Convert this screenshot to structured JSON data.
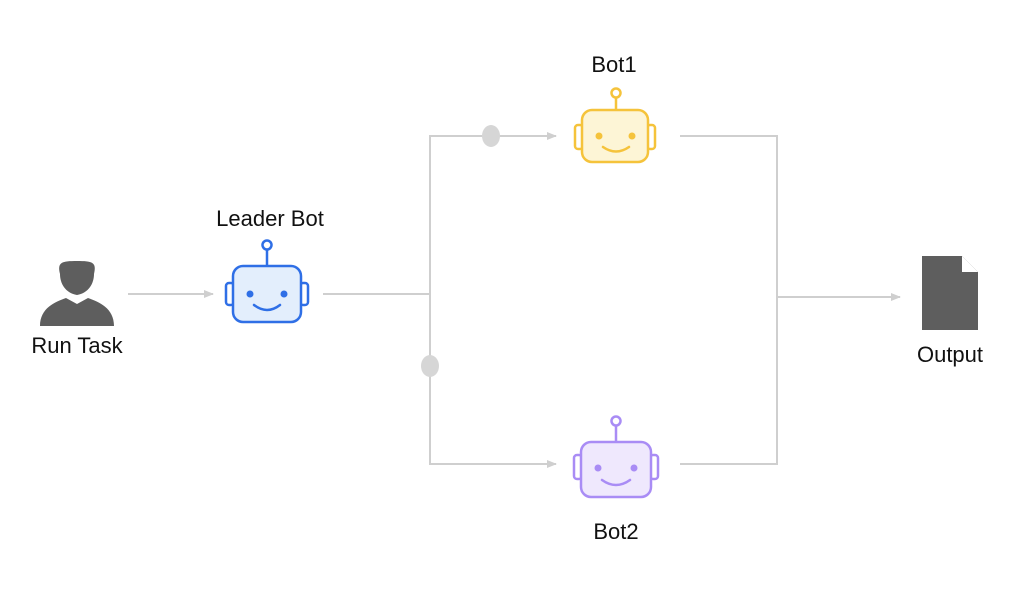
{
  "nodes": {
    "user": {
      "label": "Run Task",
      "icon": "user-icon",
      "color": "#5e5e5e"
    },
    "leader": {
      "label": "Leader Bot",
      "icon": "robot-icon",
      "color": "#2f6fe6",
      "fill": "#e3eefc"
    },
    "bot1": {
      "label": "Bot1",
      "icon": "robot-icon",
      "color": "#f5c33b",
      "fill": "#fdf5d6"
    },
    "bot2": {
      "label": "Bot2",
      "icon": "robot-icon",
      "color": "#a98cf5",
      "fill": "#efe8fd"
    },
    "output": {
      "label": "Output",
      "icon": "document-icon",
      "color": "#5e5e5e"
    }
  },
  "connector_color": "#cfcfcf",
  "junction_color": "#d6d6d6"
}
